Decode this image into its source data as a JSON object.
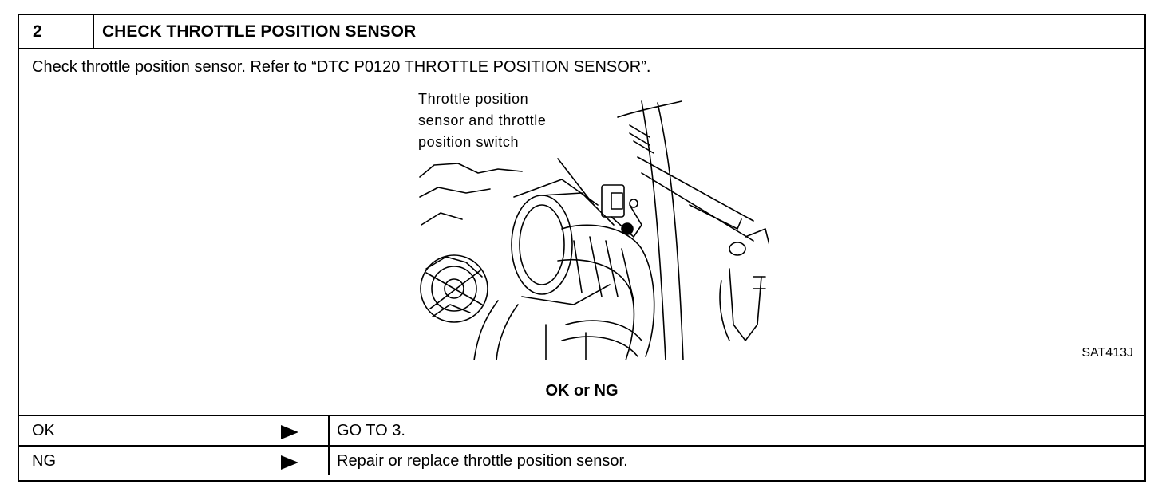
{
  "step": {
    "number": "2",
    "title": "CHECK THROTTLE POSITION SENSOR"
  },
  "instruction": "Check throttle position sensor. Refer to “DTC P0120 THROTTLE POSITION SENSOR”.",
  "figure": {
    "callout_lines": [
      "Throttle position",
      "sensor and throttle",
      "position switch"
    ],
    "code": "SAT413J"
  },
  "result_question": "OK or NG",
  "results": [
    {
      "label": "OK",
      "icon": "right-triangle-arrow-icon",
      "action": "GO TO 3."
    },
    {
      "label": "NG",
      "icon": "right-triangle-arrow-icon",
      "action": "Repair or replace throttle position sensor."
    }
  ]
}
